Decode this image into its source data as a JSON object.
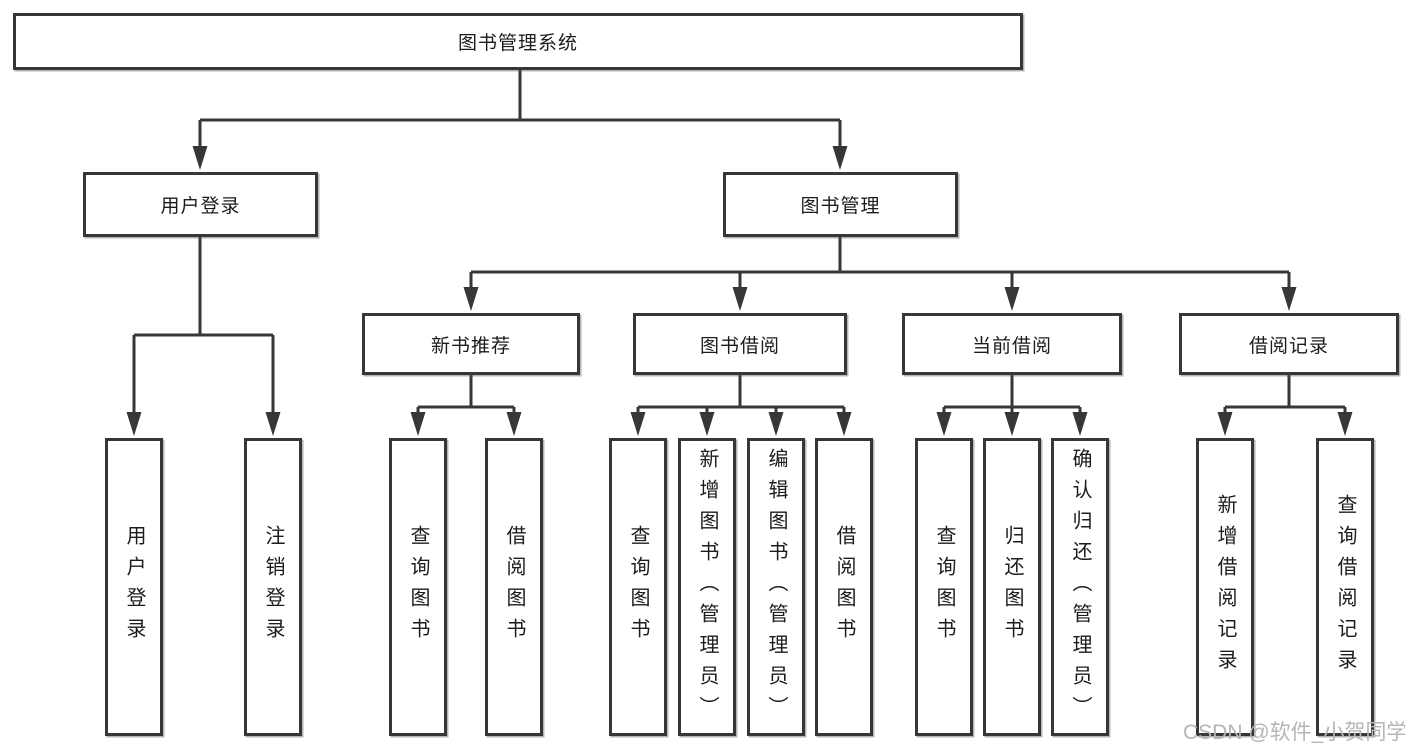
{
  "nodes": {
    "root": {
      "label": "图书管理系统"
    },
    "user_login": {
      "label": "用户登录"
    },
    "book_management": {
      "label": "图书管理"
    },
    "leaf_user_login": {
      "label": "用户登录"
    },
    "leaf_logout": {
      "label": "注销登录"
    },
    "new_book_recommend": {
      "label": "新书推荐"
    },
    "nbr_query_books": {
      "label": "查询图书"
    },
    "nbr_borrow_books": {
      "label": "借阅图书"
    },
    "book_borrowing": {
      "label": "图书借阅"
    },
    "bb_query_books": {
      "label": "查询图书"
    },
    "bb_add_books_admin": {
      "label": "新增图书（管理员）"
    },
    "bb_edit_books_admin": {
      "label": "编辑图书（管理员）"
    },
    "bb_borrow_books": {
      "label": "借阅图书"
    },
    "current_borrowing": {
      "label": "当前借阅"
    },
    "cb_query_books": {
      "label": "查询图书"
    },
    "cb_return_books": {
      "label": "归还图书"
    },
    "cb_confirm_return_admin": {
      "label": "确认归还（管理员）"
    },
    "borrow_records": {
      "label": "借阅记录"
    },
    "br_add_record": {
      "label": "新增借阅记录"
    },
    "br_query_record": {
      "label": "查询借阅记录"
    }
  },
  "hierarchy": {
    "图书管理系统": [
      "用户登录",
      "图书管理"
    ],
    "用户登录": [
      "用户登录",
      "注销登录"
    ],
    "图书管理": [
      "新书推荐",
      "图书借阅",
      "当前借阅",
      "借阅记录"
    ],
    "新书推荐": [
      "查询图书",
      "借阅图书"
    ],
    "图书借阅": [
      "查询图书",
      "新增图书（管理员）",
      "编辑图书（管理员）",
      "借阅图书"
    ],
    "当前借阅": [
      "查询图书",
      "归还图书",
      "确认归还（管理员）"
    ],
    "借阅记录": [
      "新增借阅记录",
      "查询借阅记录"
    ]
  },
  "watermark": {
    "text": "CSDN @软件_小贺同学"
  },
  "colors": {
    "line": "#373737",
    "text": "#1c1c1c",
    "watermark": "#b5b5b5",
    "background": "#ffffff"
  }
}
